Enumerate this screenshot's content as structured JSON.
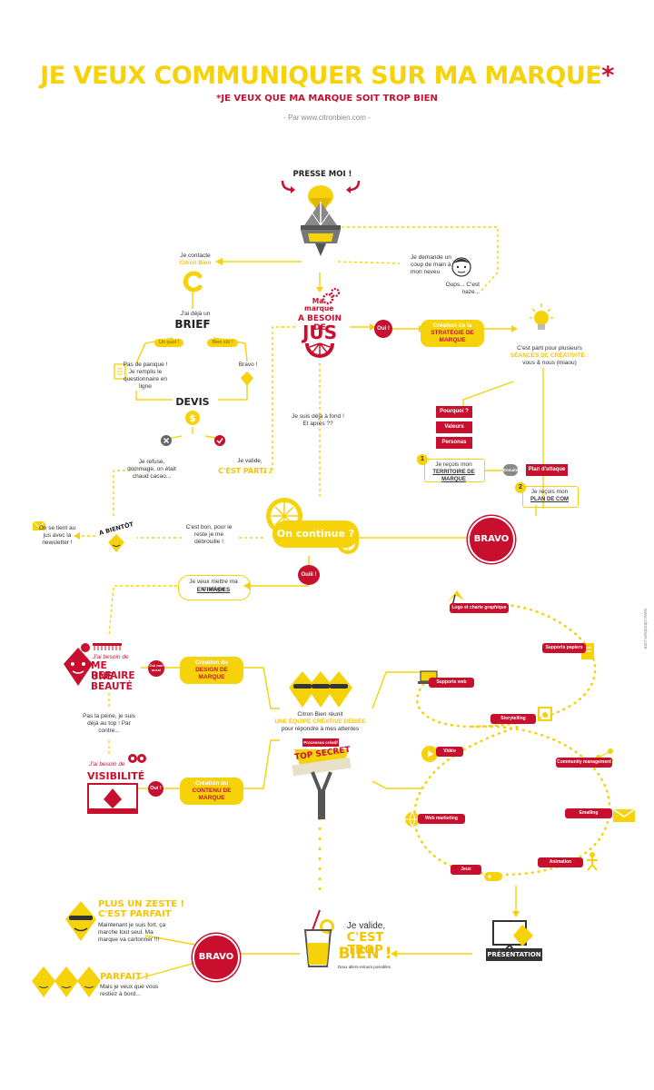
{
  "header": {
    "title": "JE VEUX COMMUNIQUER SUR MA MARQUE",
    "title_star": "*",
    "subtitle": "*JE VEUX QUE MA MARQUE SOIT TROP BIEN",
    "byline": "- Par www.citronbien.com -"
  },
  "top": {
    "presse": "PRESSE MOI !",
    "contacte": "Je contacte",
    "citron_bien": "Citron Bien",
    "demande": "Je demande un coup de main à mon neveu",
    "oups": "Oups... C'est naze...",
    "ma_marque": "Ma marque",
    "a_besoin_de": "A BESOIN DE",
    "jus": "JUS",
    "oui": "Oui !",
    "creation_strategie_1": "Création de la",
    "creation_strategie_2": "STRATÉGIE DE MARQUE",
    "seances_1": "C'est parti pour plusieurs",
    "seances_2": "SÉANCES DE CRÉATIVITÉ :",
    "seances_3": "vous & nous (miaou)"
  },
  "brief": {
    "deja_un": "J'ai déjà un",
    "brief": "BRIEF",
    "un_quoi": "Un quoi !",
    "bien_sur": "Bien sûr !",
    "panique": "Pas de panique ! Je remplis le questionnaire en ligne",
    "bravo": "Bravo !",
    "devis": "DEVIS",
    "refuse": "Je refuse, dommage, on était chaud cacao...",
    "valide_1": "Je valide,",
    "valide_2": "C'EST PARTI !"
  },
  "strategy": {
    "pourquoi": "Pourquoi ?",
    "valeurs": "Valeurs",
    "personas": "Personas",
    "step1_num": "1",
    "step1_text": "Je reçois mon",
    "step1_bold": "TERRITOIRE DE MARQUE",
    "ensuite": "Ensuite",
    "plan": "Plan d'attaque",
    "step2_num": "2",
    "step2_text": "Je reçois mon",
    "step2_bold": "PLAN DE COM",
    "deja_a_fond": "Je suis déjà à fond ! Et après ??",
    "bravo": "BRAVO"
  },
  "continue": {
    "label": "On continue ?",
    "tient": "On se tient au jus avec la newsletter !",
    "bientot": "A BIENTÔT",
    "cest_bon": "C'est bon, pour le reste je me débrouille !",
    "ouiii": "Ouiii !",
    "images_1": "Je veux mettre ma stratégie",
    "images_2": "EN IMAGES"
  },
  "design": {
    "besoin_1": "J'ai besoin de",
    "besoin_2": "ME REFAIRE",
    "besoin_3": "UNE BEAUTÉ",
    "oui_moi": "Oui moi aussi",
    "creation_1": "Création du",
    "creation_2": "DESIGN DE MARQUE",
    "pas_la_peine": "Pas la peine, je suis déjà au top ! Par contre...",
    "visi_1": "J'ai besoin de",
    "visi_2": "VISIBILITÉ",
    "oui": "Oui !",
    "contenu_1": "Création du",
    "contenu_2": "CONTENU DE MARQUE",
    "reunit_1": "Citron Bien réunit",
    "reunit_2": "UNE ÉQUIPE CRÉATIVE DÉDIÉE",
    "reunit_3": "pour répondre à mes attentes",
    "processus": "Processus créatif",
    "top_secret": "TOP SECRET"
  },
  "services": [
    "Logo et charte graphique",
    "Supports papiers",
    "Supports web",
    "Storytelling",
    "Vidéo",
    "Community management",
    "Emailing",
    "Web marketing",
    "Animation",
    "Jeux"
  ],
  "bottom": {
    "zeste_1": "PLUS UN ZESTE !",
    "zeste_2": "C'EST PARFAIT",
    "zeste_3": "Maintenant je suis fort, ça marche tout seul. Ma marque va cartonner !!!",
    "parfait": "PARFAIT !",
    "parfait_2": "Mais je veux que vous restiez à bord...",
    "bravo": "BRAVO",
    "valide_1": "Je valide,",
    "valide_2": "C'EST TROP",
    "valide_3": "BIEN !",
    "allers": "Deux allers-retours possibles",
    "presentation": "PRÉSENTATION"
  },
  "side": {
    "url": "www.citronbien.com"
  },
  "colors": {
    "yellow": "#f5d20a",
    "red": "#c8102e",
    "gray": "#555555"
  }
}
